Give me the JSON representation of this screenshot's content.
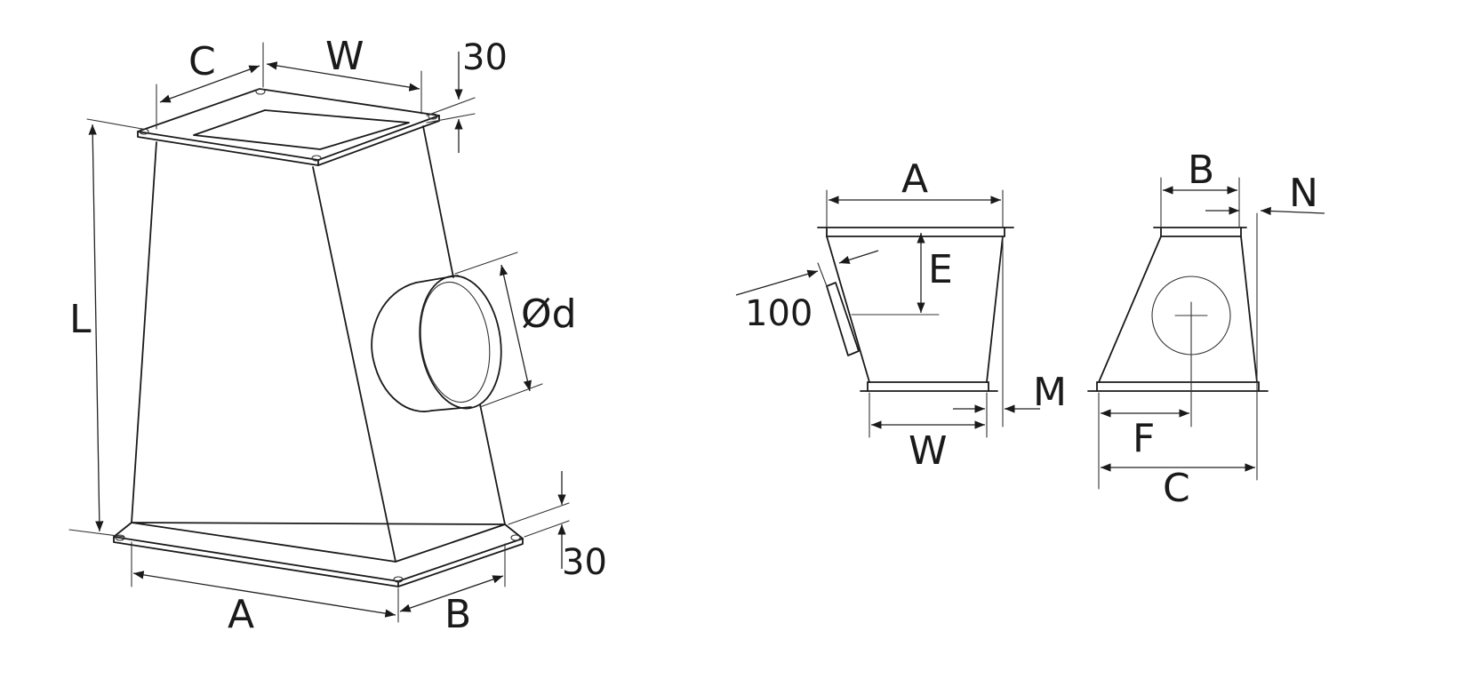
{
  "iso_view": {
    "labels": {
      "C": "C",
      "W": "W",
      "flange_top": "30",
      "L": "L",
      "d": "Ød",
      "A": "A",
      "B": "B",
      "flange_bottom": "30"
    }
  },
  "front_view": {
    "labels": {
      "A": "A",
      "E": "E",
      "offset": "100",
      "W": "W",
      "M": "M"
    }
  },
  "side_view": {
    "labels": {
      "B": "B",
      "N": "N",
      "F": "F",
      "C": "C"
    }
  },
  "colors": {
    "stroke": "#1a1a1a",
    "background": "#ffffff"
  }
}
